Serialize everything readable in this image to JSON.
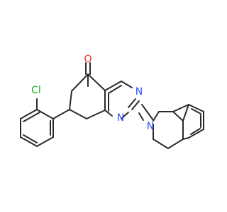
{
  "atoms": {
    "carbonyl_oxygen": "O",
    "chlorine": "Cl",
    "pyrimidine_n_upper": "N",
    "pyrimidine_n_lower": "N",
    "isoquinoline_n": "N"
  },
  "colors": {
    "bond": "#2b2b2b",
    "oxygen": "#e8312a",
    "nitrogen": "#3050f8",
    "chlorine": "#1faa1f",
    "background": "#ffffff"
  }
}
